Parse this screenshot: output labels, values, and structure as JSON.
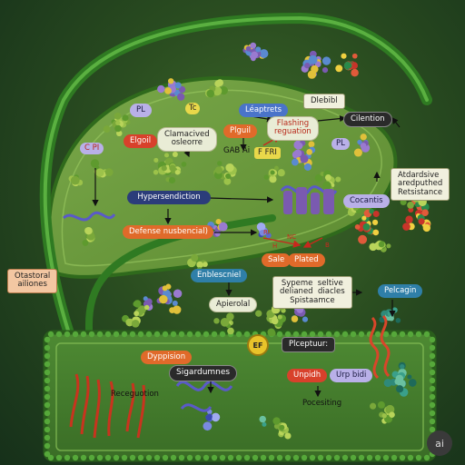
{
  "labels": {
    "pl": "PL",
    "tc": "Tc",
    "leaptrets": "Léaptrets",
    "dlebibl": "Dlebibl",
    "flashing": "Flashing\nreguation",
    "cilention": "Cilention",
    "clamacived": "Clamacived\nosleorre",
    "plgull": "Plguil",
    "gab_ai": "GAB Ai",
    "f_fri": "F FRI",
    "pl_small": "PL",
    "elgoil": "Elgoil",
    "cpi": "C PI",
    "hypersendiction": "Hypersendiction",
    "cocantis": "Cocantis",
    "defense": "Defense  nusbencial)",
    "sale": "Sale",
    "plated": "Plated",
    "atdardsive": "Atdardsive\naredputhed\nRetsistance",
    "otastoral": "Otastoral\nailiones",
    "enblescniel": "Enblescniel",
    "apierolal": "Apierolal",
    "sypeme": "Sypeme  seltive\ndelianed  diacles\nSpistaamce",
    "pelcagin": "Pelcagin",
    "ef": "EF",
    "dyppision": "Dyppision",
    "sigardumnes": "Sigardumnes",
    "receguotion": "Receguotion",
    "plceptuur": "Plceptuur:",
    "unpidh": "Unpidh",
    "urp_bidi": "Urp bidi",
    "pocesiting": "Pocesiting",
    "ai": "ai",
    "tiny_ri": "RI",
    "tiny_nc": "NC",
    "tiny_h": "H",
    "tiny_b": "B"
  },
  "colors": {
    "leaf_fill": "#5f8f36",
    "leaf_edge": "#2f6a1c",
    "cell_wall": "#3f8c2a",
    "arrow": "#111111",
    "red_arrow": "#c8281e"
  }
}
